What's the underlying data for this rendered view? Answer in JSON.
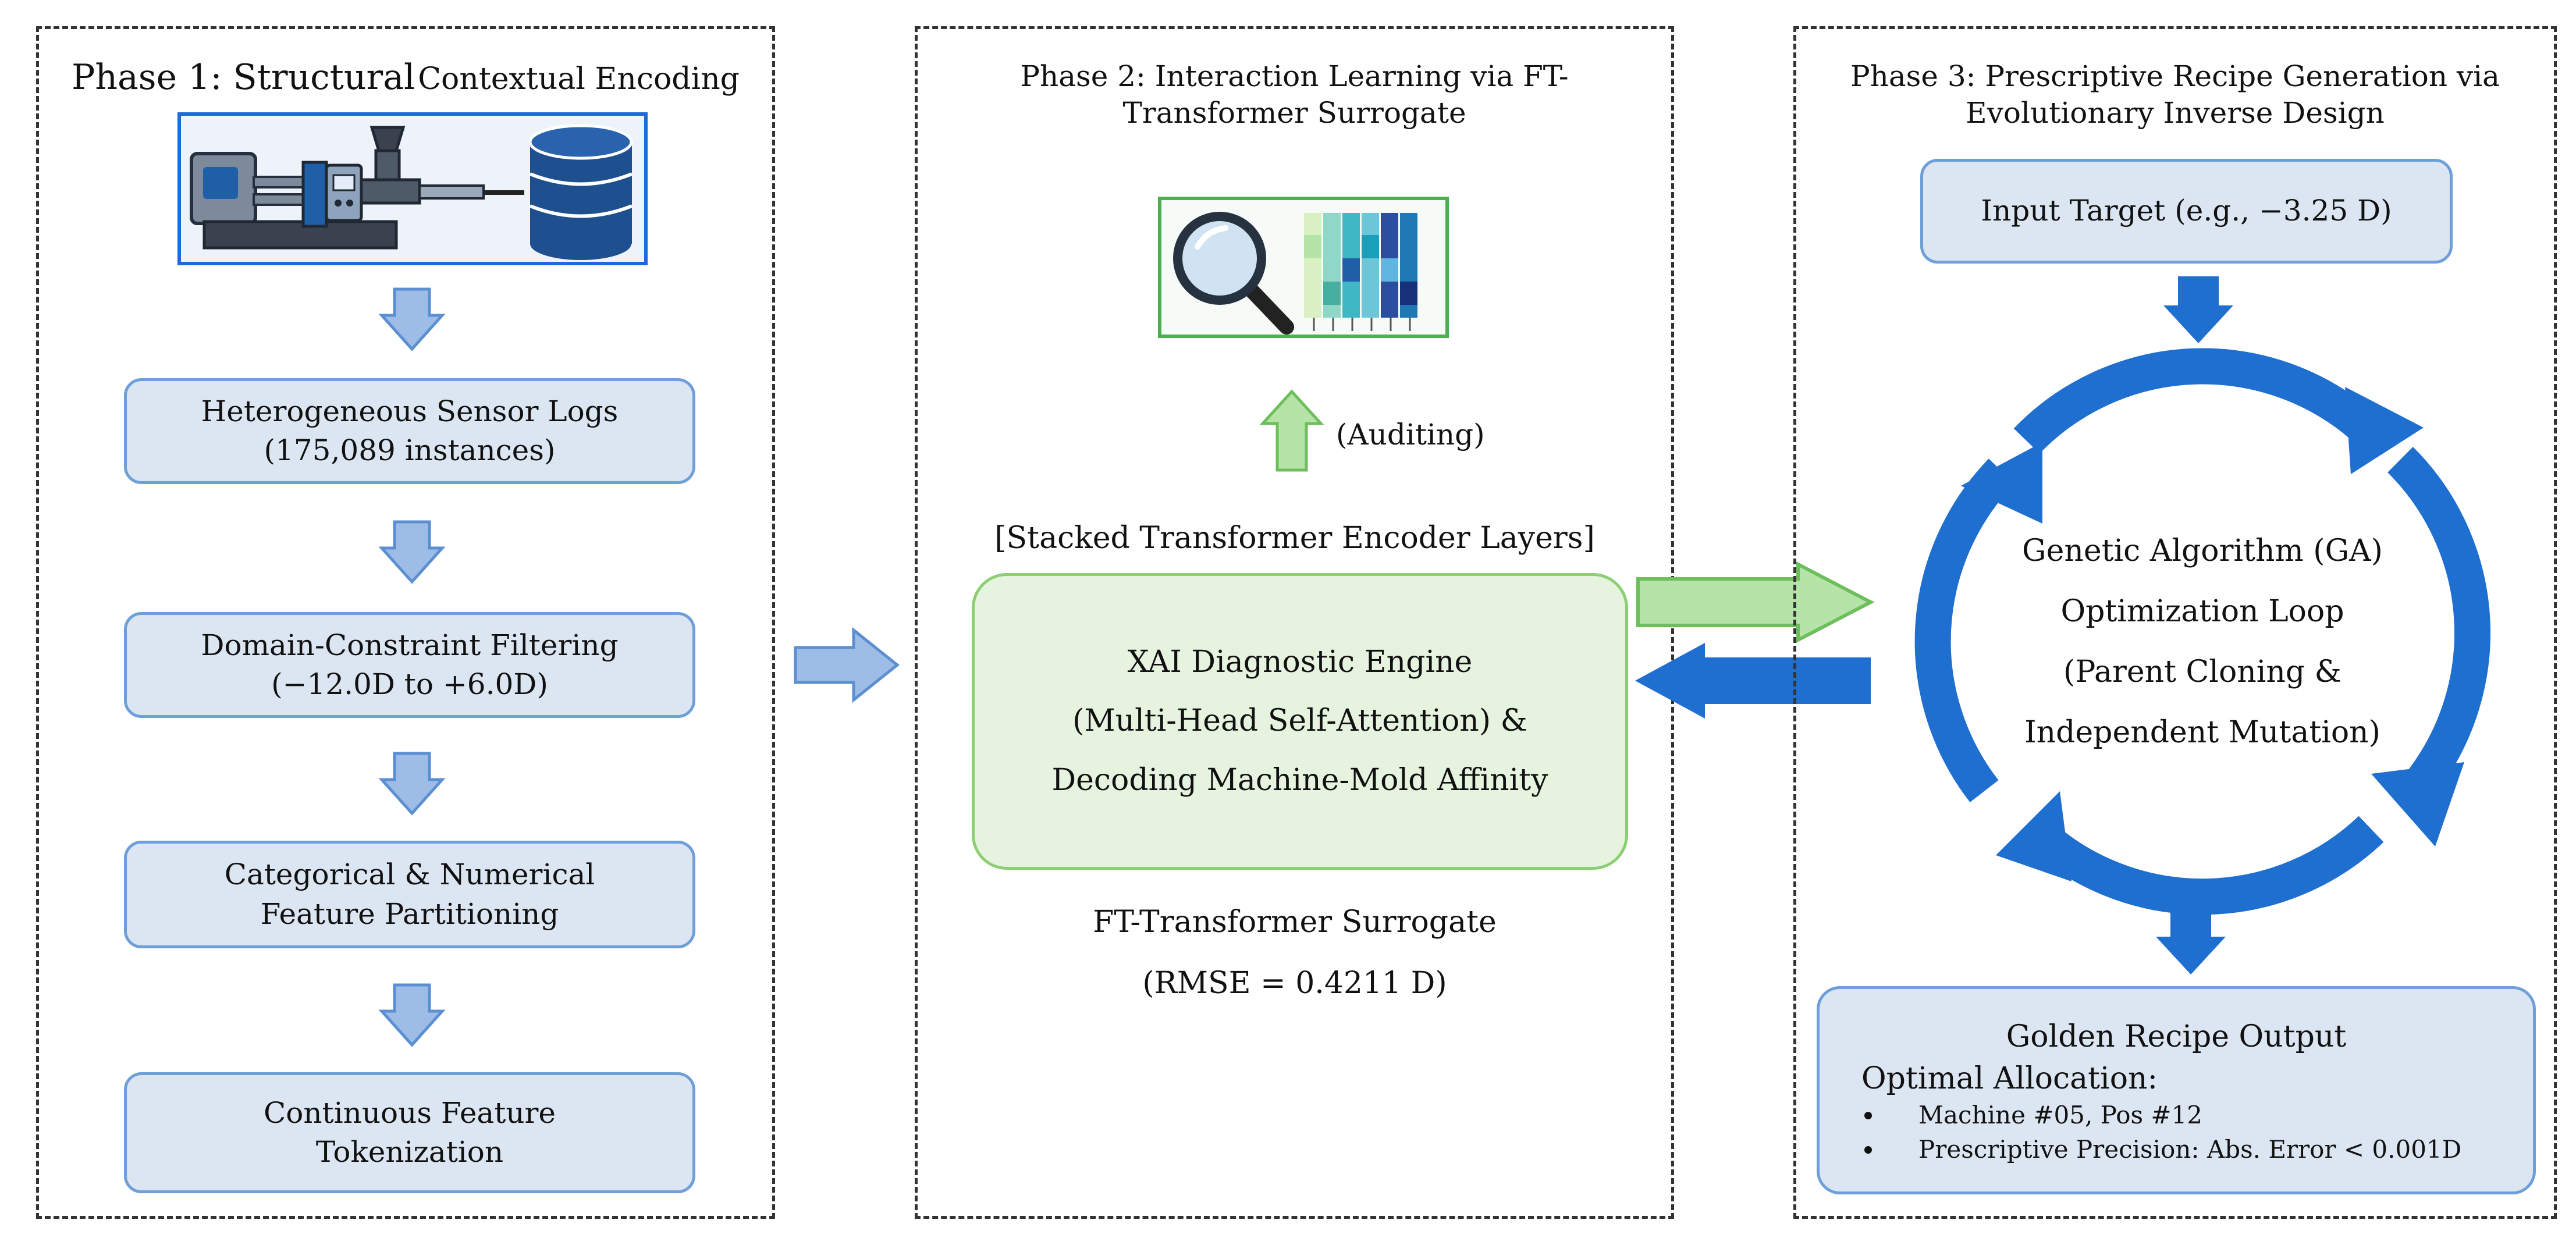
{
  "phase1": {
    "title_main": "Phase 1: Structural",
    "title_small": "Contextual Encoding",
    "boxes": [
      {
        "line1": "Heterogeneous Sensor Logs",
        "line2": "(175,089 instances)"
      },
      {
        "line1": "Domain-Constraint Filtering",
        "line2": "(−12.0D to +6.0D)"
      },
      {
        "line1": "Categorical & Numerical",
        "line2": "Feature Partitioning"
      },
      {
        "line1": "Continuous Feature",
        "line2": "Tokenization"
      }
    ]
  },
  "phase2": {
    "title_line1": "Phase 2: Interaction Learning via FT-",
    "title_line2": "Transformer Surrogate",
    "auditing": "(Auditing)",
    "stacked": "[Stacked Transformer Encoder Layers]",
    "engine": {
      "line1": "XAI Diagnostic Engine",
      "line2": "(Multi-Head Self-Attention) &",
      "line3": "Decoding Machine-Mold Affinity"
    },
    "surrogate": "FT-Transformer Surrogate",
    "rmse": "(RMSE = 0.4211 D)"
  },
  "phase3": {
    "title_line1": "Phase 3: Prescriptive Recipe Generation via",
    "title_line2": "Evolutionary Inverse Design",
    "input_target": "Input Target (e.g., −3.25 D)",
    "ga": {
      "line1": "Genetic Algorithm (GA)",
      "line2": "Optimization Loop",
      "line3": "(Parent Cloning &",
      "line4": "Independent Mutation)"
    },
    "output": {
      "title": "Golden Recipe Output",
      "subtitle": "Optimal Allocation:",
      "items": [
        "Machine #05, Pos #12",
        "Prescriptive Precision: Abs. Error < 0.001D"
      ]
    }
  },
  "colors": {
    "blue_box_fill": "#dce6f3",
    "blue_box_border": "#6f9fd8",
    "green_box_fill": "#e6f3df",
    "green_box_border": "#8ccf73",
    "loop_blue": "#1f6fd1"
  }
}
